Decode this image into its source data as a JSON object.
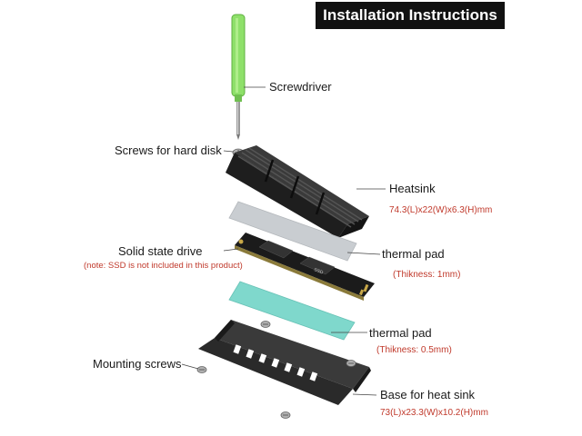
{
  "title": "Installation Instructions",
  "labels": {
    "screwdriver": "Screwdriver",
    "screws_hard_disk": "Screws for hard disk",
    "heatsink": "Heatsink",
    "heatsink_dims": "74.3(L)x22(W)x6.3(H)mm",
    "ssd": "Solid state drive",
    "ssd_note": "(note: SSD is not included in this product)",
    "thermal_pad_1": "thermal pad",
    "thermal_pad_1_thickness": "(Thikness: 1mm)",
    "thermal_pad_2": "thermal pad",
    "thermal_pad_2_thickness": "(Thikness: 0.5mm)",
    "mounting_screws": "Mounting screws",
    "base": "Base for heat sink",
    "base_dims": "73(L)x23.3(W)x10.2(H)mm"
  },
  "colors": {
    "title_bg": "#111111",
    "title_text": "#ffffff",
    "label_text": "#1a1a1a",
    "spec_text": "#c0392b",
    "screwdriver_handle": "#8ee06a",
    "thermal_pad_grey": "#c9cdd1",
    "thermal_pad_teal": "#7fd8cc",
    "metal_dark": "#2a2a2a"
  }
}
